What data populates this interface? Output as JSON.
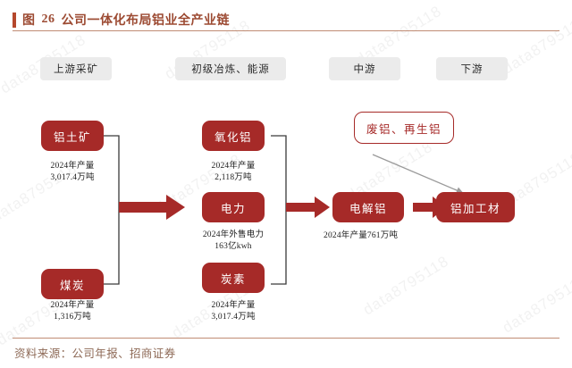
{
  "header": {
    "figure_label": "图",
    "figure_number": "26",
    "title": "公司一体化布局铝业全产业链"
  },
  "footer": {
    "source": "资料来源：公司年报、招商证券"
  },
  "watermark": {
    "text": "data8795118"
  },
  "colors": {
    "node_fill": "#a62a28",
    "chip_fill": "#ebebeb",
    "title_accent": "#9c4a32",
    "arrow_red": "#a62a28",
    "bracket_line": "#3a3a3a",
    "gray_arrow": "#9a9a9a"
  },
  "stages": [
    {
      "id": "upstream-mining",
      "label": "上游采矿"
    },
    {
      "id": "primary-smelting-energy",
      "label": "初级冶炼、能源"
    },
    {
      "id": "midstream",
      "label": "中游"
    },
    {
      "id": "downstream",
      "label": "下游"
    }
  ],
  "nodes": [
    {
      "id": "bauxite",
      "label": "铝土矿",
      "caption": "2024年产量\n3,017.4万吨"
    },
    {
      "id": "coal",
      "label": "煤炭",
      "caption": "2024年产量\n1,316万吨"
    },
    {
      "id": "alumina",
      "label": "氧化铝",
      "caption": "2024年产量\n2,118万吨"
    },
    {
      "id": "electricity",
      "label": "电力",
      "caption": "2024年外售电力\n163亿kwh"
    },
    {
      "id": "carbon",
      "label": "炭素",
      "caption": "2024年产量\n3,017.4万吨"
    },
    {
      "id": "electrolytic-aluminum",
      "label": "电解铝",
      "caption": "2024年产量761万吨"
    },
    {
      "id": "aluminum-processed-material",
      "label": "铝加工材",
      "caption": ""
    },
    {
      "id": "scrap-recycled-aluminum",
      "label": "废铝、再生铝",
      "caption": ""
    }
  ]
}
